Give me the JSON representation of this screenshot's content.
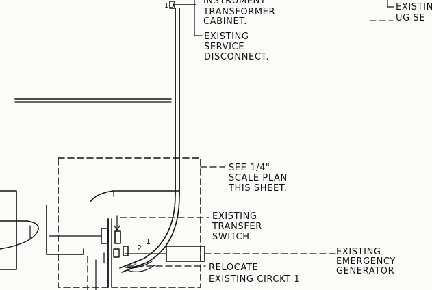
{
  "colors": {
    "ink": "#111111",
    "paper": "#fbfbf9"
  },
  "labels": {
    "instrument_cabinet": [
      "INSTRUMENT",
      "TRANSFORMER",
      "CABINET."
    ],
    "existing_service_disconnect": [
      "EXISTING",
      "SERVICE",
      "DISCONNECT."
    ],
    "existing_ug_top_right": [
      "EXISTIN",
      "UG SE"
    ],
    "see_quarter_scale_plan": [
      "SEE 1/4\"",
      "SCALE PLAN",
      "THIS SHEET."
    ],
    "existing_transfer_switch": [
      "EXISTING",
      "TRANSFER",
      "SWITCH."
    ],
    "existing_emergency_generator": [
      "EXISTING",
      "EMERGENCY",
      "GENERATOR"
    ],
    "relocate_existing_ckt": [
      "RELOCATE",
      "EXISTING CIRCKT 1"
    ]
  },
  "small_marks": {
    "tag_1": "1",
    "tag_2": "2",
    "tag_10": "1D",
    "tag_b": "3"
  }
}
